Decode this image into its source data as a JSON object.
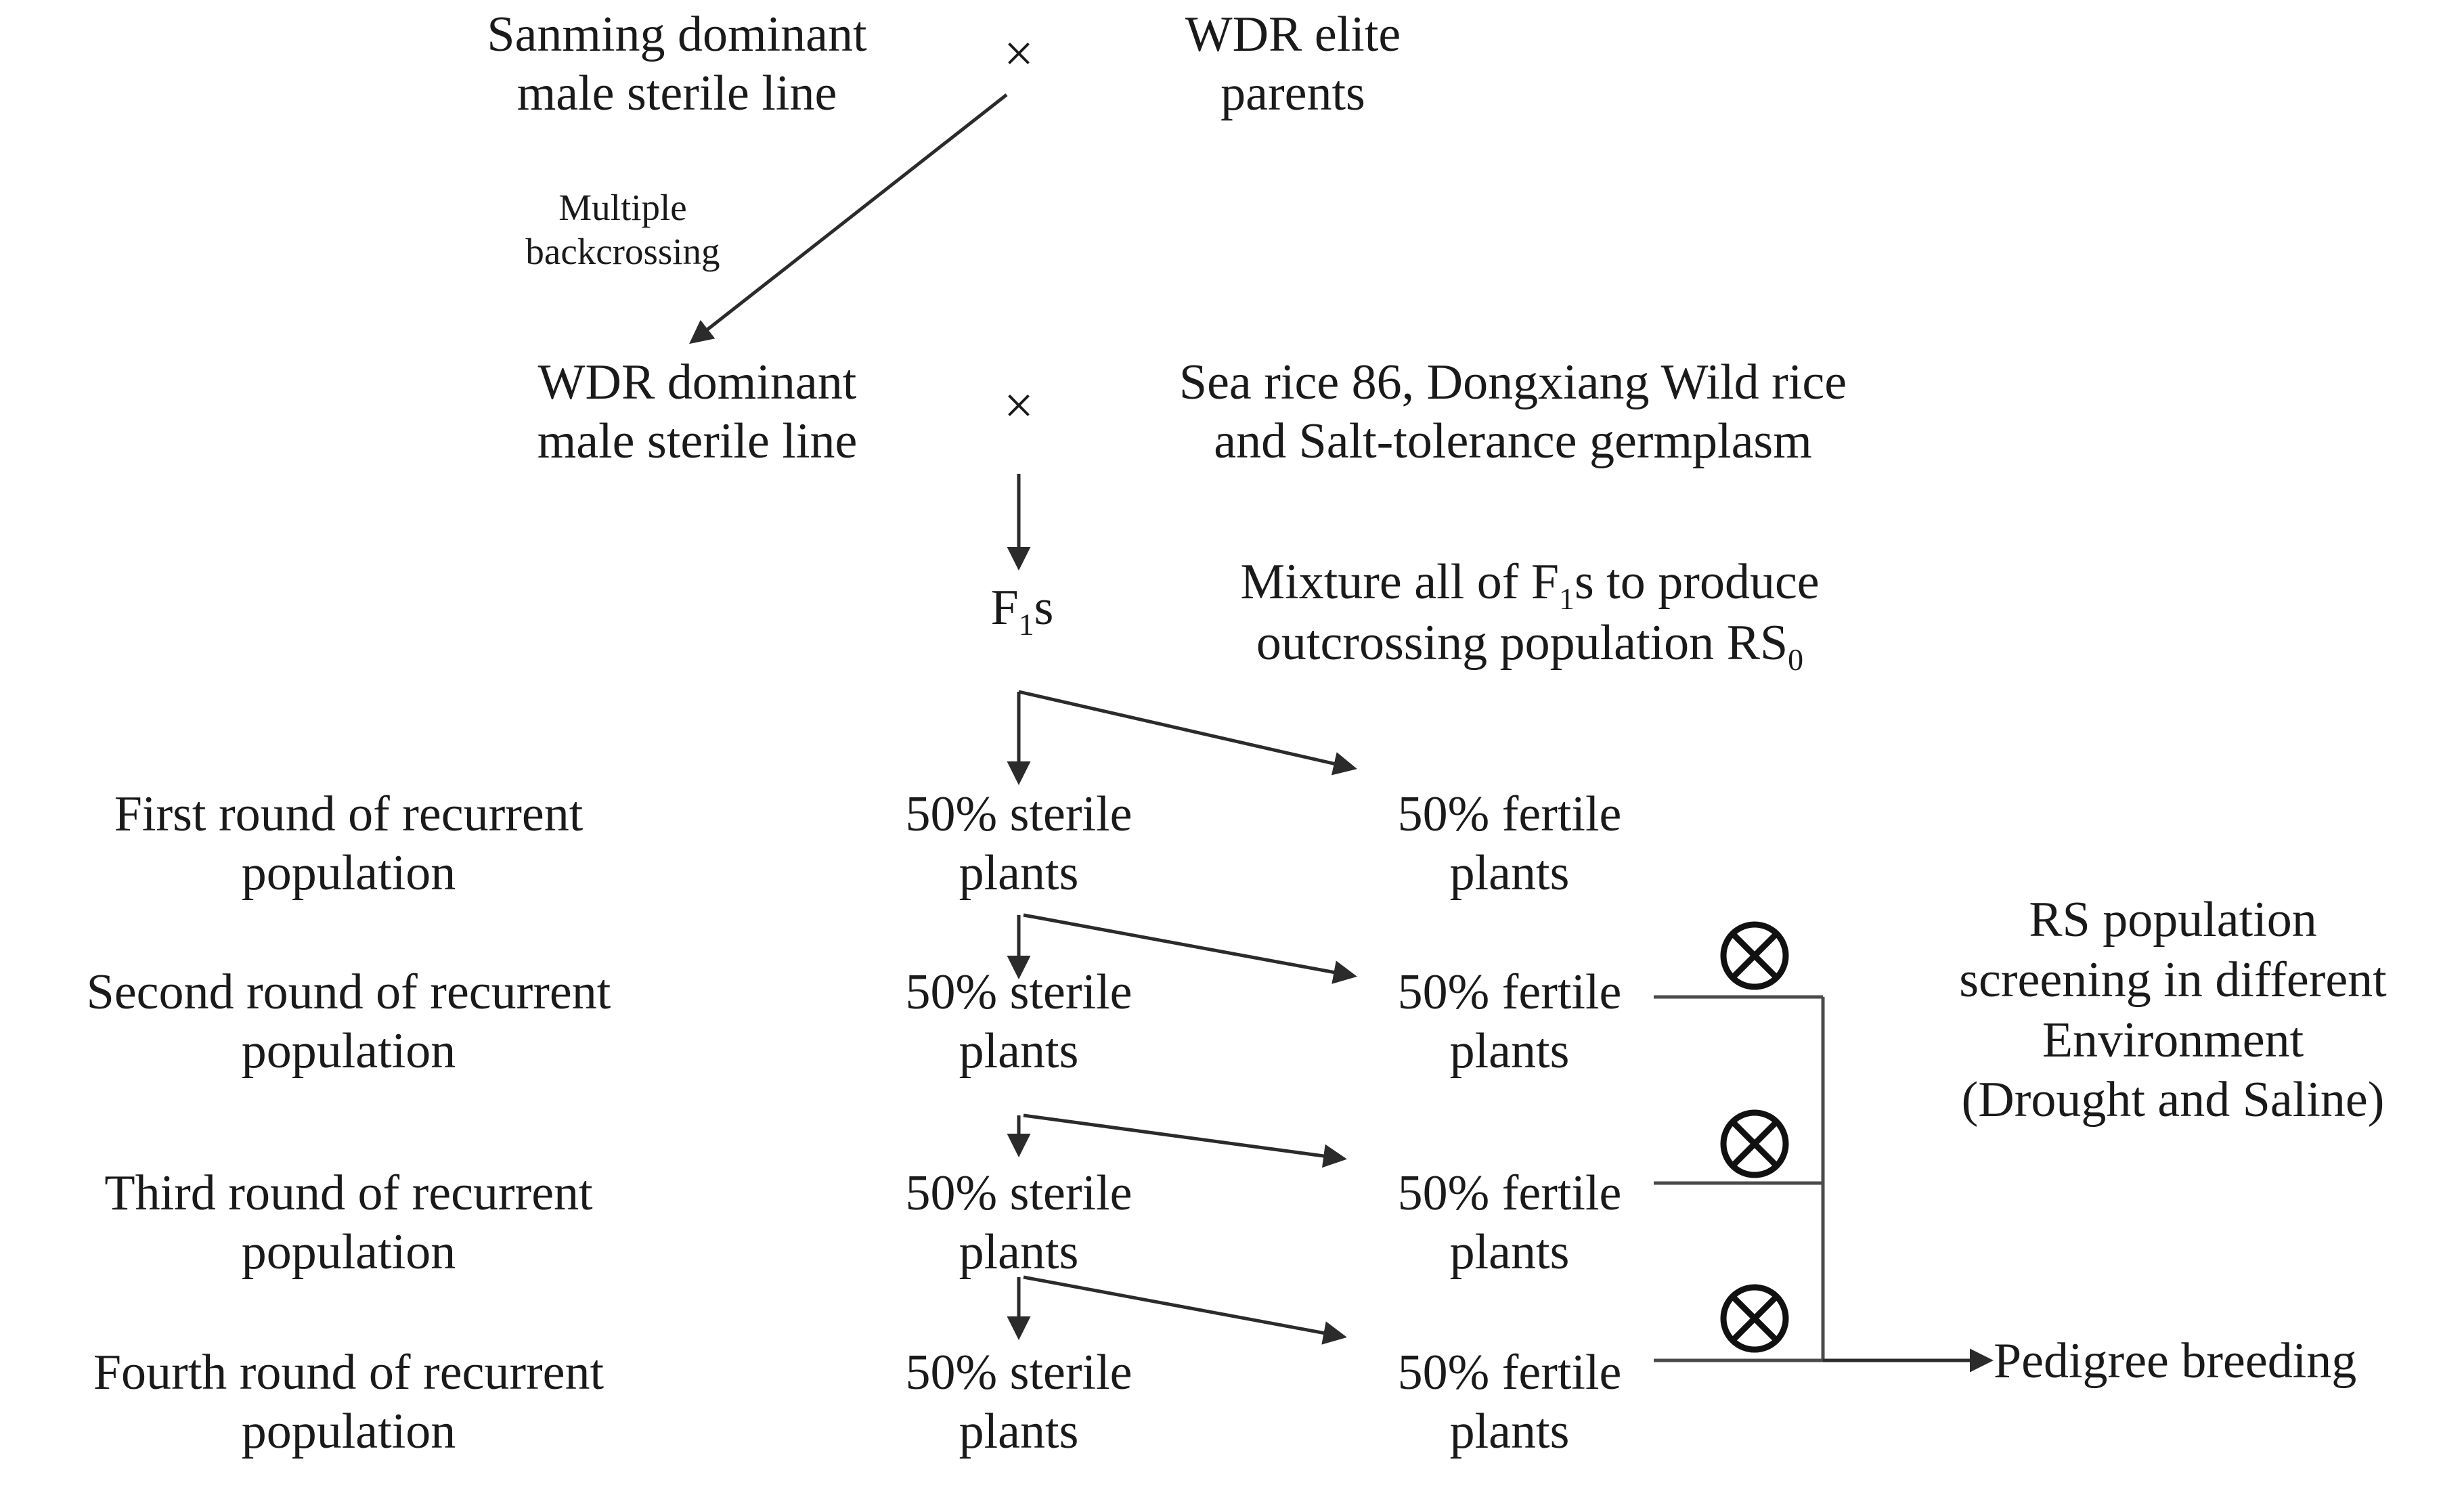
{
  "diagram": {
    "title": "Recurrent selection breeding scheme for WDR rice population",
    "line_color": "#2b2b2b",
    "text_color": "#1a1a1a",
    "background": "#ffffff"
  },
  "nodes": {
    "sanming_line": "Sanming dominant\nmale sterile line",
    "cross_symbol_1": "×",
    "wdr_elite_parents": "WDR elite\nparents",
    "multiple_backcrossing": "Multiple\nbackcrossing",
    "wdr_dominant_line": "WDR dominant\nmale sterile line",
    "cross_symbol_2": "×",
    "donor_germplasm": "Sea rice 86, Dongxiang Wild rice\nand Salt-tolerance germplasm",
    "f1s_prefix": "F",
    "f1s_sub": "1",
    "f1s_suffix": "s",
    "mixture_line1_a": "Mixture all of F",
    "mixture_line1_sub": "1",
    "mixture_line1_b": "s to produce",
    "mixture_line2_a": "outcrossing population RS",
    "mixture_line2_sub": "0",
    "round_1_label": "First round of recurrent\npopulation",
    "round_2_label": "Second round of recurrent\npopulation",
    "round_3_label": "Third round of recurrent\npopulation",
    "round_4_label": "Fourth round of recurrent\npopulation",
    "sterile_1": "50% sterile\nplants",
    "sterile_2": "50% sterile\nplants",
    "sterile_3": "50% sterile\nplants",
    "sterile_4": "50% sterile\nplants",
    "fertile_1": "50% fertile\nplants",
    "fertile_2": "50% fertile\nplants",
    "fertile_3": "50% fertile\nplants",
    "fertile_4": "50% fertile\nplants",
    "rs_screening": "RS population\nscreening in different\nEnvironment\n(Drought and Saline)",
    "pedigree_breeding": "Pedigree breeding",
    "selfing_symbol_1": "selfing-cross-circle-icon",
    "selfing_symbol_2": "selfing-cross-circle-icon",
    "selfing_symbol_3": "selfing-cross-circle-icon"
  },
  "rounds": [
    {
      "label": "First round of recurrent\npopulation",
      "sterile": "50% sterile\nplants",
      "fertile": "50% fertile\nplants"
    },
    {
      "label": "Second round of recurrent\npopulation",
      "sterile": "50% sterile\nplants",
      "fertile": "50% fertile\nplants"
    },
    {
      "label": "Third round of recurrent\npopulation",
      "sterile": "50% sterile\nplants",
      "fertile": "50% fertile\nplants"
    },
    {
      "label": "Fourth round of recurrent\npopulation",
      "sterile": "50% sterile\nplants",
      "fertile": "50% fertile\nplants"
    }
  ]
}
